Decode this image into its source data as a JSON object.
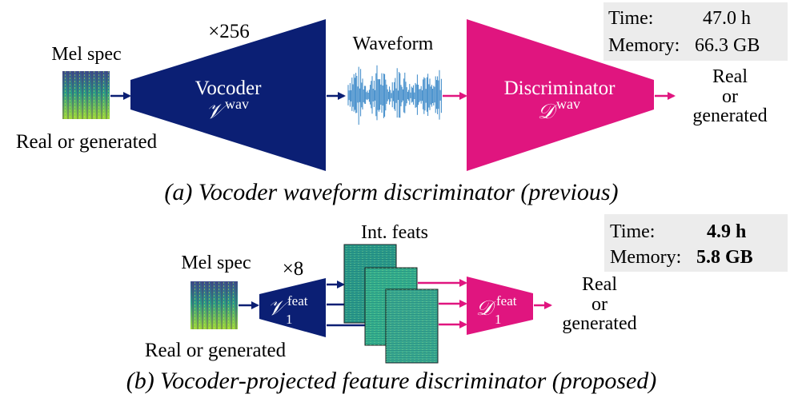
{
  "panel_a": {
    "caption": "(a) Vocoder waveform discriminator (previous)",
    "mel_label": "Mel spec",
    "input_label": "Real or generated",
    "multiplier": "×256",
    "waveform_label": "Waveform",
    "vocoder": {
      "name": "Vocoder",
      "symbol": "𝒱",
      "superscript": "wav"
    },
    "discriminator": {
      "name": "Discriminator",
      "symbol": "𝒟",
      "superscript": "wav"
    },
    "output": {
      "line1": "Real",
      "line2": "or",
      "line3": "generated"
    },
    "stats": {
      "time_label": "Time:",
      "time_value": "47.0 h",
      "memory_label": "Memory:",
      "memory_value": "66.3 GB"
    }
  },
  "panel_b": {
    "caption": "(b) Vocoder-projected feature discriminator (proposed)",
    "mel_label": "Mel spec",
    "input_label": "Real or generated",
    "multiplier": "×8",
    "feats_label": "Int. feats",
    "vocoder": {
      "symbol": "𝒱",
      "superscript": "feat",
      "subscript": "1"
    },
    "discriminator": {
      "symbol": "𝒟",
      "superscript": "feat",
      "subscript": "1"
    },
    "output": {
      "line1": "Real",
      "line2": "or",
      "line3": "generated"
    },
    "stats": {
      "time_label": "Time:",
      "time_value": "4.9 h",
      "memory_label": "Memory:",
      "memory_value": "5.8 GB"
    }
  },
  "colors": {
    "vocoder": "#0b1f74",
    "discriminator": "#e0157f",
    "waveform": "#3a88c8",
    "stats_bg": "#ececec"
  }
}
